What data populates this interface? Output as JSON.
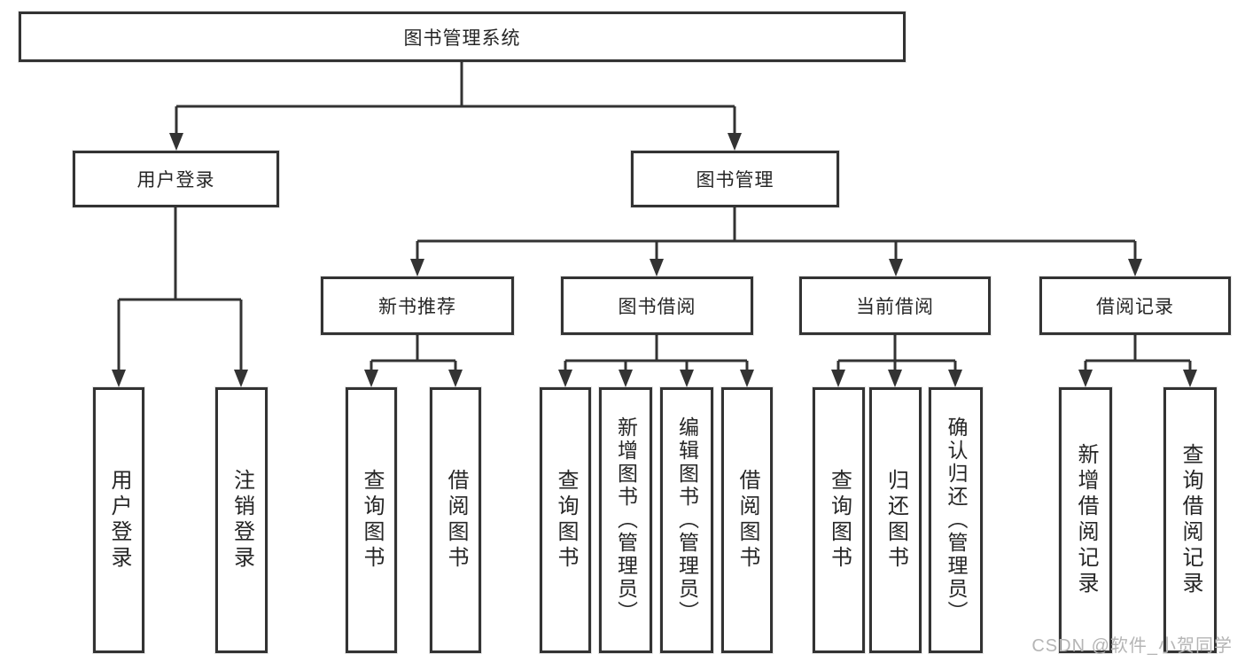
{
  "tree": {
    "root": "图书管理系统",
    "user_login": {
      "label": "用户登录",
      "children": [
        "用户登录",
        "注销登录"
      ]
    },
    "book_mgmt": {
      "label": "图书管理",
      "groups": [
        {
          "label": "新书推荐",
          "children": [
            "查询图书",
            "借阅图书"
          ]
        },
        {
          "label": "图书借阅",
          "children": [
            "查询图书",
            "新增图书（管理员）",
            "编辑图书（管理员）",
            "借阅图书"
          ]
        },
        {
          "label": "当前借阅",
          "children": [
            "查询图书",
            "归还图书",
            "确认归还（管理员）"
          ]
        },
        {
          "label": "借阅记录",
          "children": [
            "新增借阅记录",
            "查询借阅记录"
          ]
        }
      ]
    }
  },
  "watermark": "CSDN @软件_小贺同学",
  "colors": {
    "line": "#333333",
    "text": "#262626",
    "watermark": "#b5b5b5",
    "background": "#ffffff"
  }
}
